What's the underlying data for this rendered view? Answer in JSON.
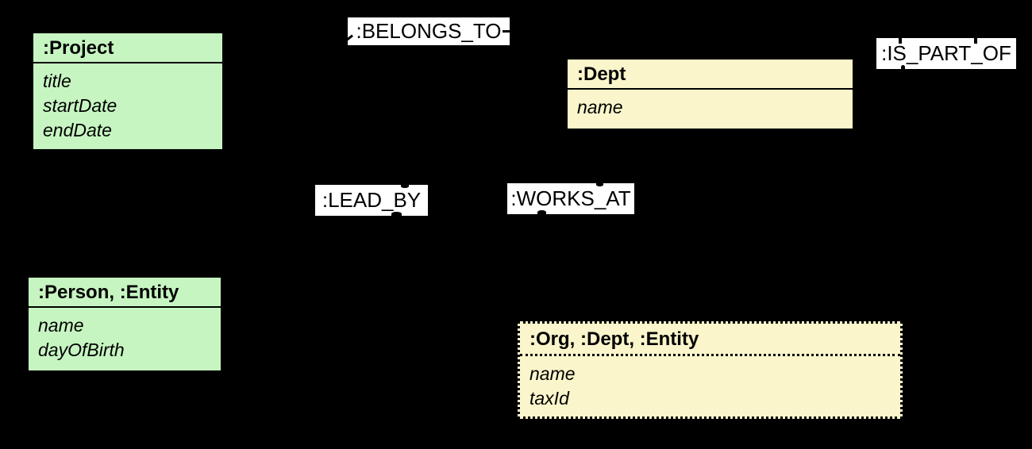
{
  "diagram": {
    "background_color": "#000000",
    "node_fill_green": "#c7f5c2",
    "node_fill_yellow": "#fbf5cb",
    "label_background": "#ffffff",
    "line_color": "#000000",
    "nodes": [
      {
        "title": ":Project",
        "attributes": [
          "title",
          "startDate",
          "endDate"
        ],
        "fill": "#c7f5c2",
        "border": "solid"
      },
      {
        "title": ":Dept",
        "attributes": [
          "name"
        ],
        "fill": "#fbf5cb",
        "border": "solid"
      },
      {
        "title": ":Person, :Entity",
        "attributes": [
          "name",
          "dayOfBirth"
        ],
        "fill": "#c7f5c2",
        "border": "solid"
      },
      {
        "title": ":Org, :Dept, :Entity",
        "attributes": [
          "name",
          "taxId"
        ],
        "fill": "#fbf5cb",
        "border": "dotted"
      }
    ],
    "relationship_labels": [
      ":BELONGS_TO",
      ":IS_PART_OF",
      ":LEAD_BY",
      ":WORKS_AT"
    ]
  }
}
